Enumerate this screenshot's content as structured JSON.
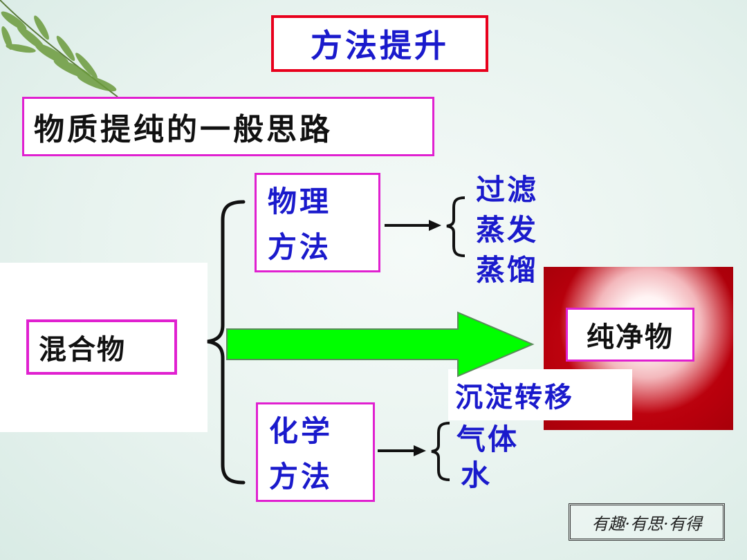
{
  "title": "方法提升",
  "heading": "物质提纯的一般思路",
  "source": "混合物",
  "target": "纯净物",
  "physical": {
    "label_line1": "物理",
    "label_line2": "方法",
    "items": [
      "过滤",
      "蒸发",
      "蒸馏"
    ]
  },
  "chemical": {
    "label_line1": "化学",
    "label_line2": "方法",
    "items": [
      "气体",
      "水"
    ],
    "extra": "沉淀转移"
  },
  "stamp": "有趣·有思·有得",
  "colors": {
    "title_border": "#e8001c",
    "box_border": "#e020d0",
    "text_blue": "#1a1acc",
    "arrow_green": "#00ff00",
    "photo_red": "#c0000e"
  }
}
